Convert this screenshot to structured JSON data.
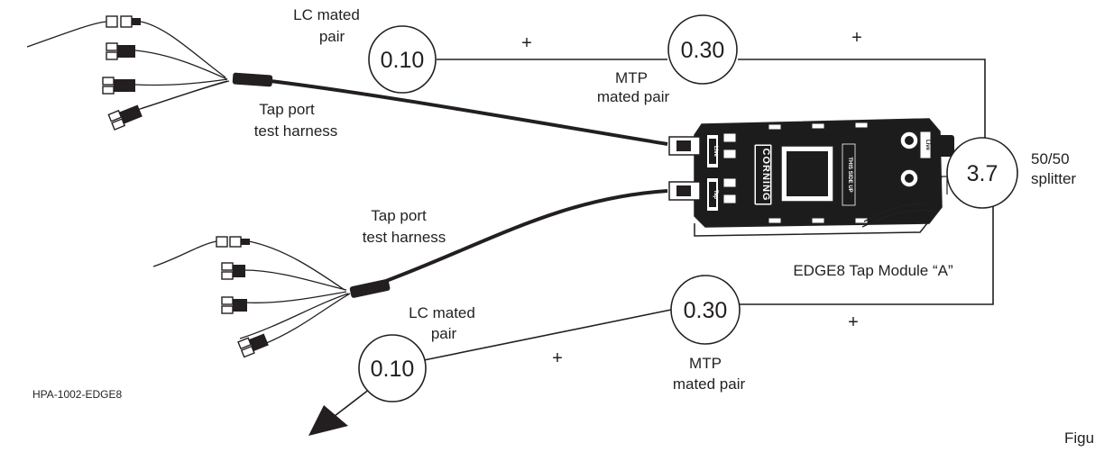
{
  "labels": {
    "lc_pair_top_1": "LC mated",
    "lc_pair_top_2": "pair",
    "mtp_top_1": "MTP",
    "mtp_top_2": "mated pair",
    "tap_harness_top_1": "Tap port",
    "tap_harness_top_2": "test harness",
    "tap_harness_bottom_1": "Tap port",
    "tap_harness_bottom_2": "test harness",
    "splitter_1": "50/50",
    "splitter_2": "splitter",
    "module_name": "EDGE8 Tap Module “A”",
    "lc_pair_bottom_1": "LC mated",
    "lc_pair_bottom_2": "pair",
    "mtp_bottom_1": "MTP",
    "mtp_bottom_2": "mated pair",
    "part_number": "HPA-1002-EDGE8",
    "figure_caption": "Figu"
  },
  "loss_values": {
    "lc_top": "0.10",
    "mtp_top": "0.30",
    "splitter": "3.7",
    "mtp_bottom": "0.30",
    "lc_bottom": "0.10"
  },
  "operators": {
    "plus_1": "+",
    "plus_2": "+",
    "plus_3": "+",
    "plus_4": "+"
  },
  "module_markings": {
    "brand": "CORNING",
    "orientation": "THIS SIDE UP",
    "port_live": "Live",
    "port_tap": "Tap",
    "rear_live": "Live"
  },
  "colors": {
    "line": "#231f20",
    "module_body": "#1c1c1c",
    "background": "#ffffff"
  }
}
